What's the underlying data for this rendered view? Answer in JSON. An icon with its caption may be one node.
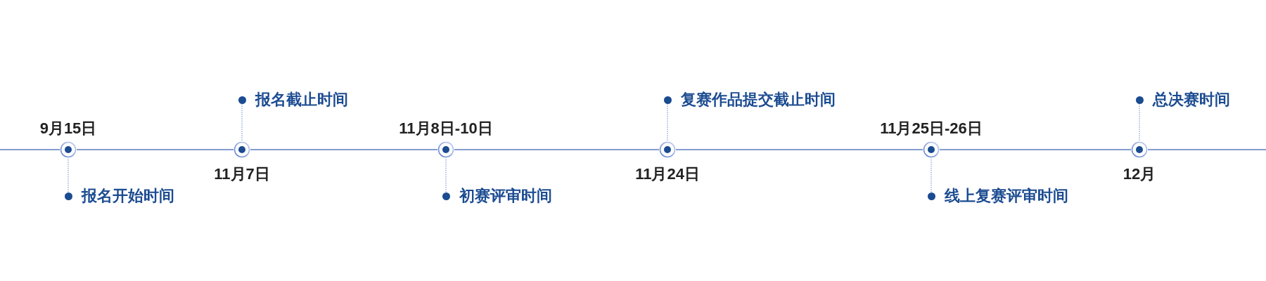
{
  "diagram": {
    "nodes": [
      {
        "text": [],
        "shape": "circle",
        "beside": [
          "9月15日"
        ]
      },
      {
        "text": [
          "报名开始时间"
        ]
      },
      {
        "text": [],
        "shape": "circle",
        "beside": [
          "11月7日"
        ]
      },
      {
        "text": [
          "报名截止时间"
        ]
      },
      {
        "text": [],
        "shape": "circle",
        "beside": [
          "11月8日-10日"
        ]
      },
      {
        "text": [
          "初赛评审时间"
        ]
      },
      {
        "text": [],
        "shape": "circle",
        "beside": [
          "11月24日"
        ]
      },
      {
        "text": [
          "复赛作品提交截止时间"
        ]
      },
      {
        "text": [],
        "shape": "circle",
        "beside": [
          "11月25日-26日"
        ]
      },
      {
        "text": [
          "线上复赛评审时间"
        ]
      },
      {
        "text": [],
        "shape": "circle",
        "beside": [
          "12月"
        ]
      },
      {
        "text": [
          "总决赛时间"
        ]
      }
    ],
    "edges": [
      {
        "from": null,
        "to": 0,
        "arrow": "none"
      },
      {
        "from": 0,
        "to": 2,
        "arrow": "none"
      },
      {
        "from": 2,
        "to": 4,
        "arrow": "none"
      },
      {
        "from": 4,
        "to": 6,
        "arrow": "none"
      },
      {
        "from": 6,
        "to": 8,
        "arrow": "none"
      },
      {
        "from": 8,
        "to": 10,
        "arrow": "none"
      },
      {
        "from": 10,
        "to": null,
        "arrow": "none"
      },
      {
        "from": 1,
        "to": 0,
        "arrow": "none",
        "style": "dashed"
      },
      {
        "from": 3,
        "to": 2,
        "arrow": "none",
        "style": "dashed"
      },
      {
        "from": 5,
        "to": 4,
        "arrow": "none",
        "style": "dashed"
      },
      {
        "from": 7,
        "to": 6,
        "arrow": "none",
        "style": "dashed"
      },
      {
        "from": 9,
        "to": 8,
        "arrow": "none",
        "style": "dashed"
      },
      {
        "from": 11,
        "to": 10,
        "arrow": "none",
        "style": "dashed"
      }
    ]
  }
}
